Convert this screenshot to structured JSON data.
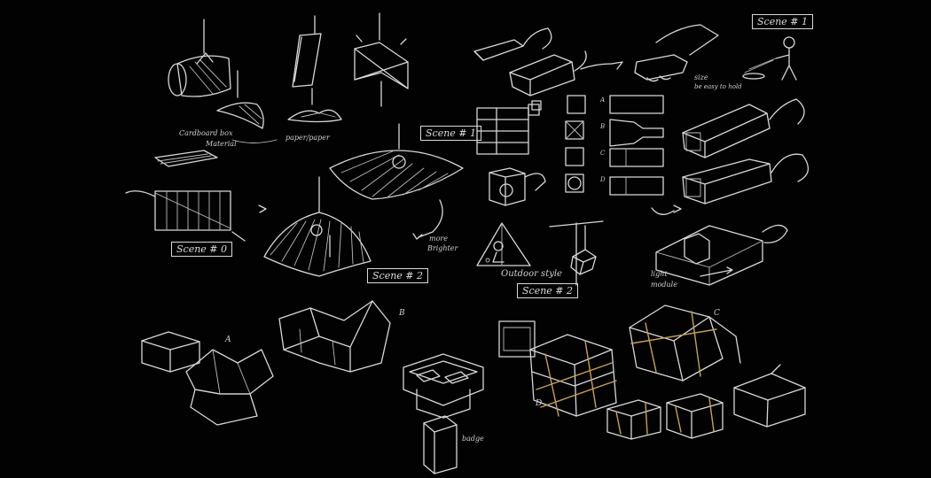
{
  "sketch": {
    "scene_labels": {
      "scene0": "Scene # 0",
      "scene1_left": "Scene # 1",
      "scene1_right": "Scene # 1",
      "scene2_left": "Scene # 2",
      "scene2_right": "Scene # 2"
    },
    "notes": {
      "cardboard": "Cardboard box",
      "material": "Material",
      "paper": "paper/paper",
      "more_brighter_1": "more",
      "more_brighter_2": "Brighter",
      "outdoor_style": "Outdoor style",
      "size_1": "size",
      "size_2": "be easy to hold",
      "light_module_1": "light",
      "light_module_2": "module",
      "badge": "badge",
      "option_a": "A",
      "option_b": "B",
      "option_c": "C",
      "option_d": "D",
      "small_a": "A",
      "small_b": "B",
      "small_c": "C",
      "small_d": "D"
    },
    "colors": {
      "background": "#020202",
      "chalk": "#d8d8d8",
      "tape": "#c9a24a"
    }
  }
}
